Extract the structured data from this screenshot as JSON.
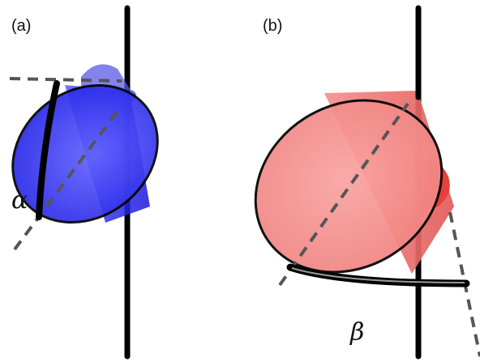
{
  "panels": [
    {
      "label": "(a)",
      "angle_symbol": "α",
      "cone_color": "#2f2ff0",
      "rim_stroke": "#000000"
    },
    {
      "label": "(b)",
      "angle_symbol": "β",
      "cone_color": "#f07a78",
      "rim_stroke": "#000000"
    }
  ],
  "colors": {
    "axis": "#000000",
    "dashed_line": "#555555",
    "arc": "#000000"
  }
}
